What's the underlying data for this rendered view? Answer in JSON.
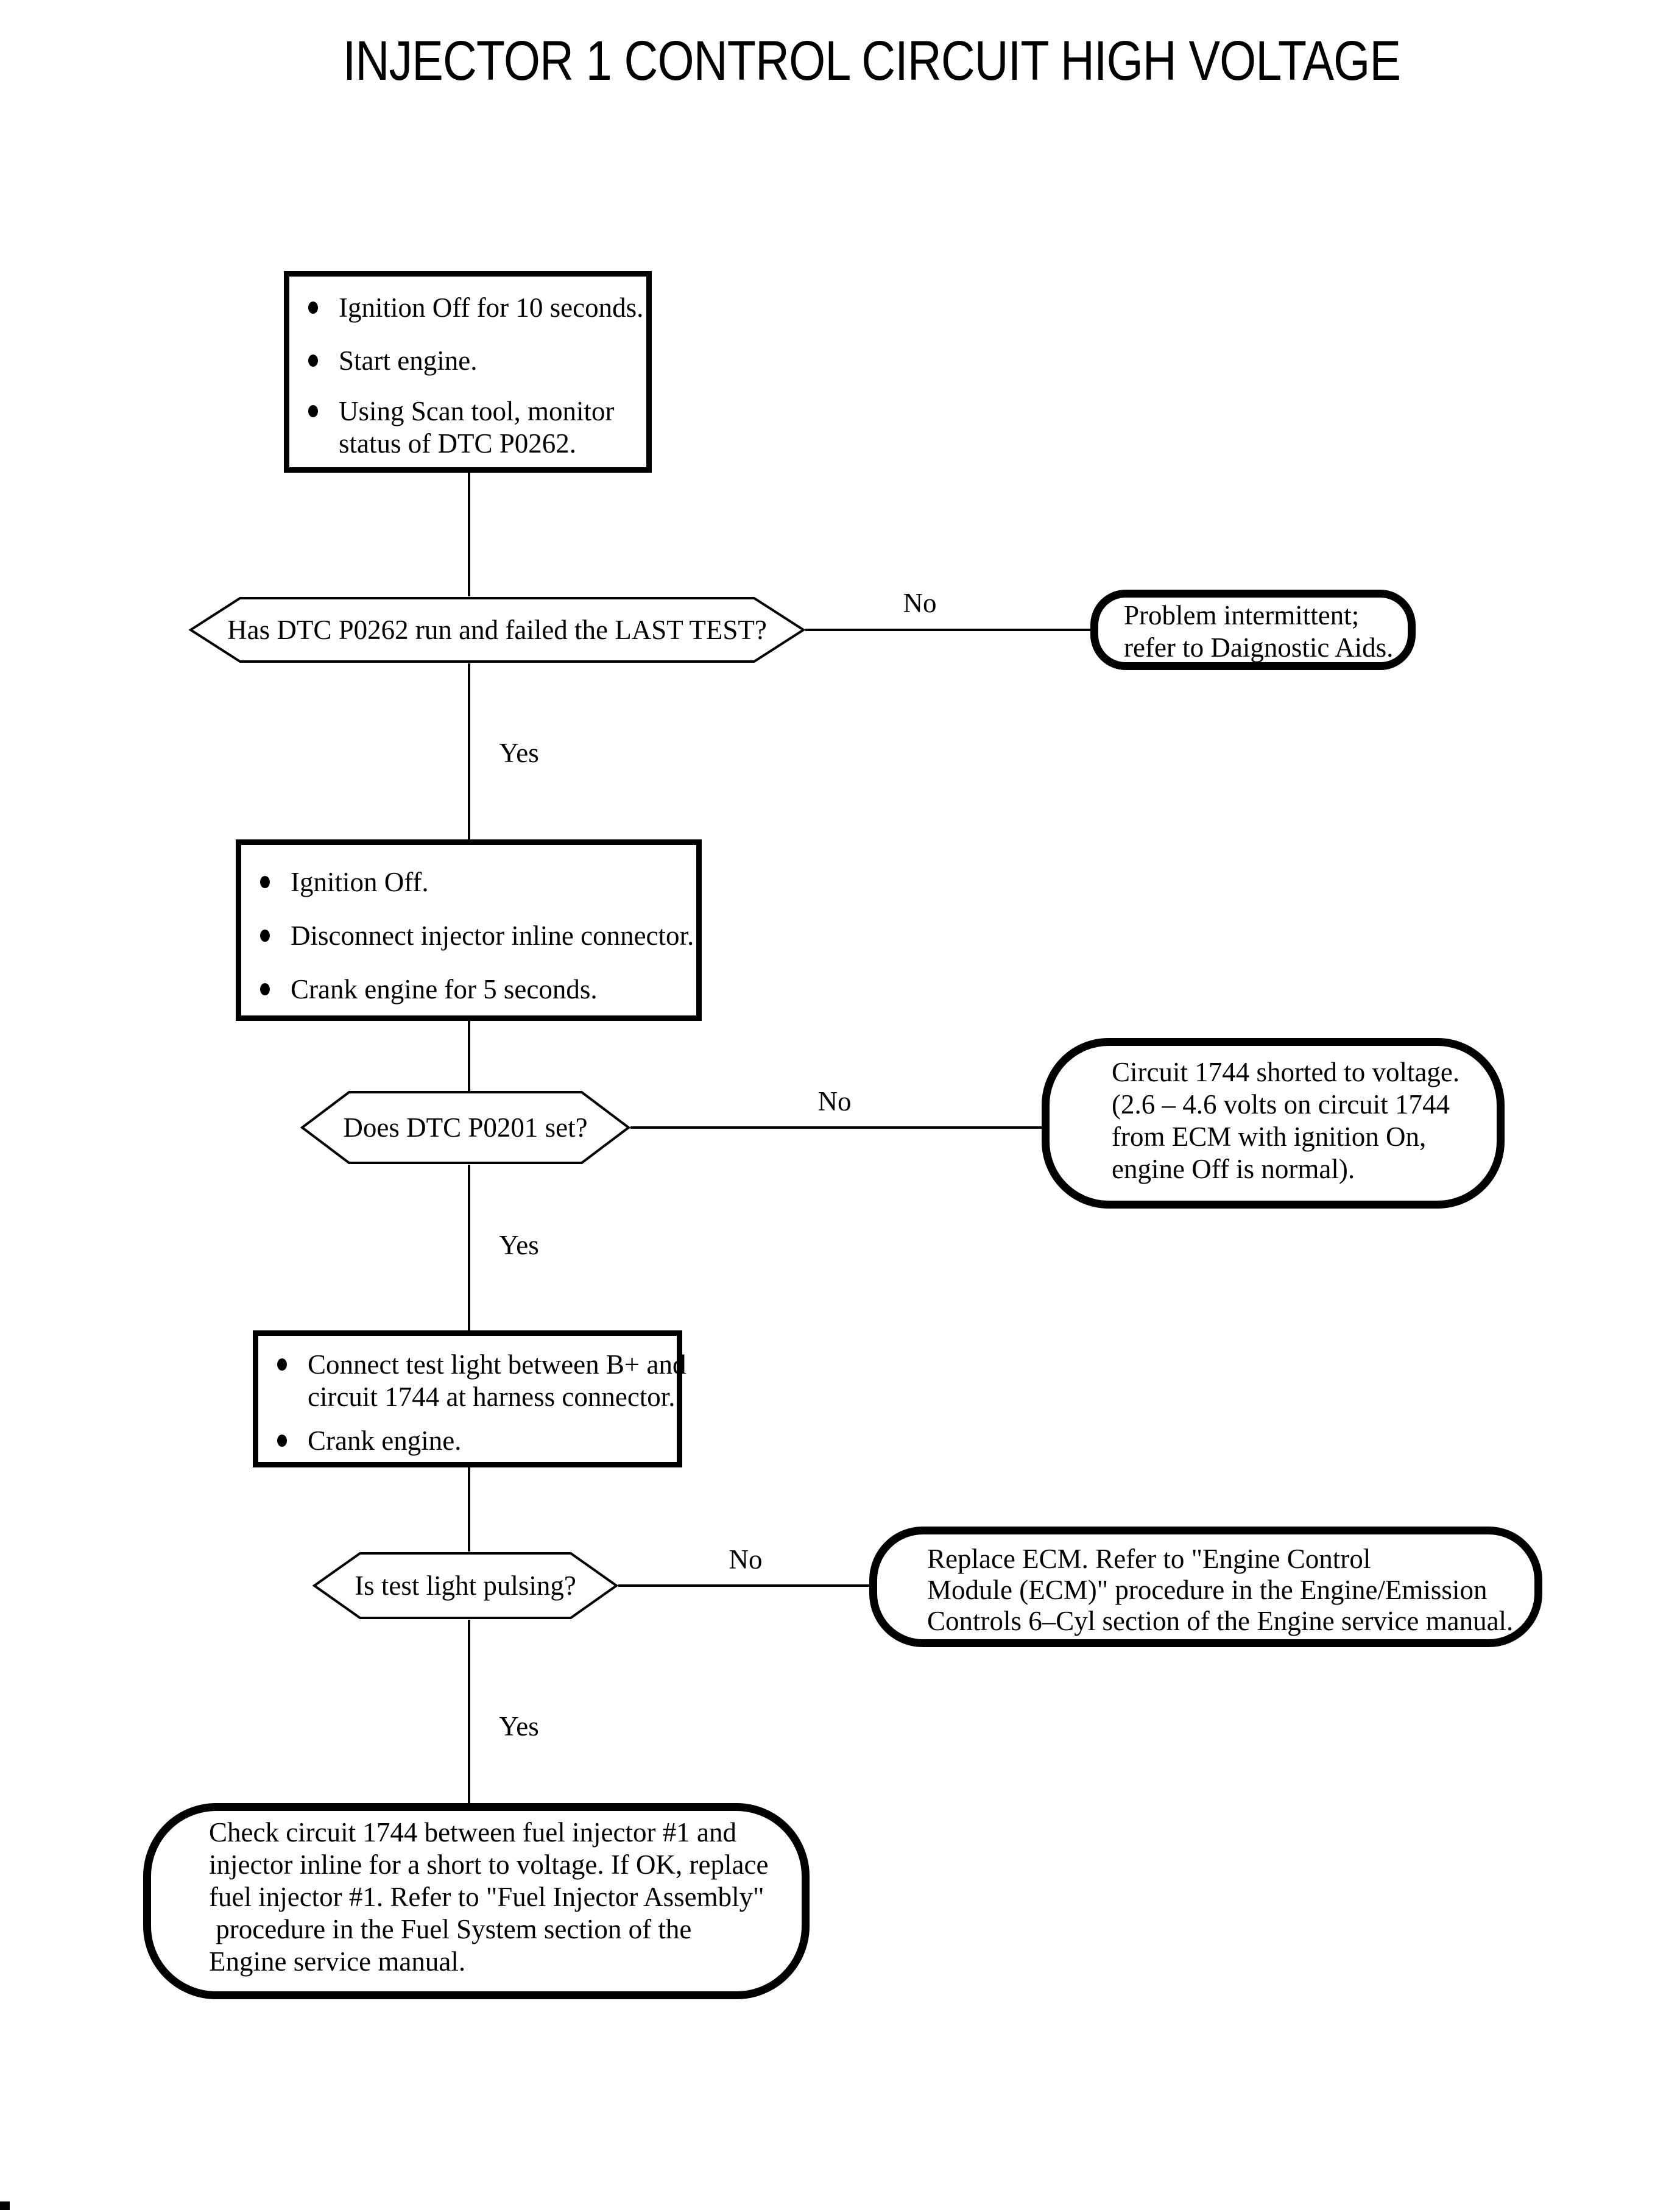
{
  "title": "INJECTOR 1 CONTROL CIRCUIT HIGH VOLTAGE",
  "flow": {
    "labels": {
      "yes": "Yes",
      "no": "No"
    },
    "steps": [
      {
        "bullets": [
          [
            "Ignition Off for 10 seconds."
          ],
          [
            "Start engine."
          ],
          [
            "Using Scan tool, monitor",
            "status of DTC P0262."
          ]
        ]
      },
      {
        "bullets": [
          [
            "Ignition Off."
          ],
          [
            "Disconnect injector inline connector."
          ],
          [
            "Crank engine for 5 seconds."
          ]
        ]
      },
      {
        "bullets": [
          [
            "Connect test light between B+ and",
            "circuit 1744 at harness connector."
          ],
          [
            "Crank engine."
          ]
        ]
      }
    ],
    "decisions": [
      "Has DTC P0262 run and failed the LAST TEST?",
      "Does DTC P0201 set?",
      "Is test light pulsing?"
    ],
    "answers": [
      {
        "lines": [
          "Problem intermittent;",
          "refer to Daignostic Aids."
        ]
      },
      {
        "lines": [
          "Circuit 1744 shorted to voltage.",
          "(2.6 – 4.6 volts on circuit 1744",
          "from ECM with ignition On,",
          "engine Off is normal)."
        ]
      },
      {
        "lines": [
          "Replace ECM. Refer to \"Engine Control",
          "Module (ECM)\" procedure in the Engine/Emission",
          "Controls 6–Cyl section of the Engine service manual."
        ]
      }
    ],
    "terminal": {
      "lines": [
        "Check circuit 1744 between fuel injector #1 and",
        "injector inline for a short to voltage. If OK, replace",
        "fuel injector #1. Refer to \"Fuel Injector Assembly\"",
        " procedure in the Fuel System section of the",
        "Engine service manual."
      ]
    }
  },
  "colors": {
    "ink": "#000000",
    "paper": "#ffffff"
  }
}
